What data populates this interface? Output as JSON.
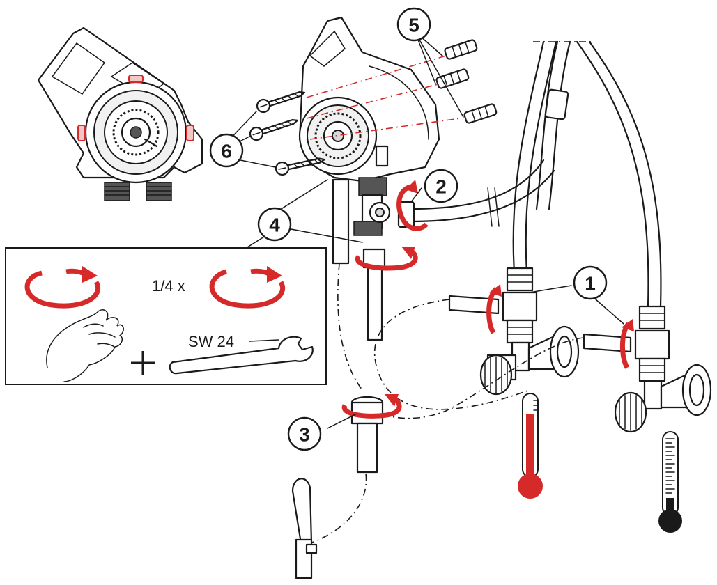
{
  "callouts": [
    {
      "id": "c1",
      "label": "1"
    },
    {
      "id": "c2",
      "label": "2"
    },
    {
      "id": "c3",
      "label": "3"
    },
    {
      "id": "c4",
      "label": "4"
    },
    {
      "id": "c5",
      "label": "5"
    },
    {
      "id": "c6",
      "label": "6"
    }
  ],
  "tool_box": {
    "quarter_turn_label": "1/4 x",
    "wrench_label": "SW 24"
  },
  "colors": {
    "accent_red": "#d62a2a",
    "line": "#1a1a1a",
    "hot_indicator": "#d62a2a",
    "cold_indicator": "#1a1a1a"
  },
  "icons": [
    "rotate-arrow-icon",
    "hand-icon",
    "wrench-icon",
    "plus-icon",
    "thermometer-hot-icon",
    "thermometer-cold-icon"
  ]
}
